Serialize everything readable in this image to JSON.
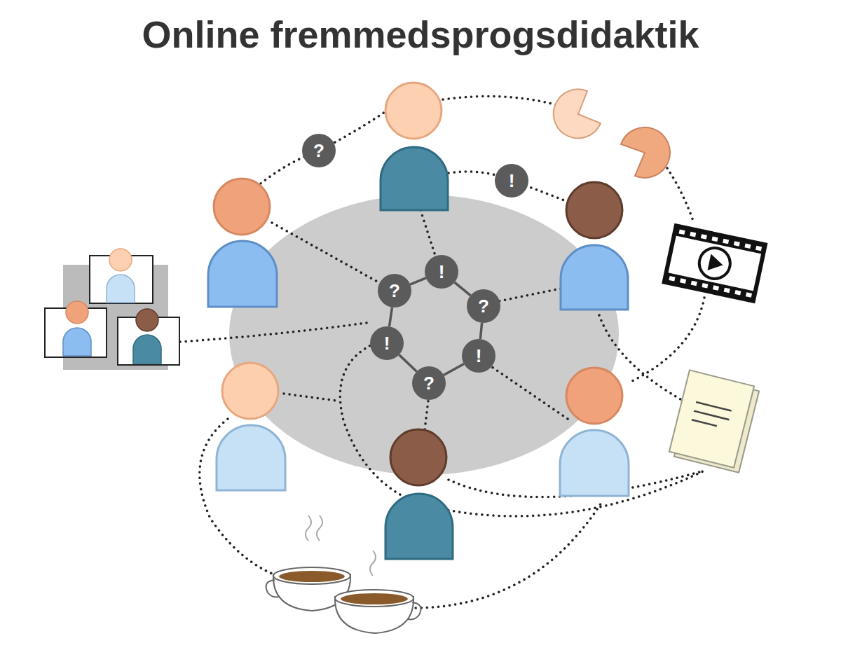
{
  "diagram": {
    "title": "Online fremmedsprogsdidaktik",
    "nodes": [
      {
        "text": [
          "?"
        ]
      },
      {
        "text": [
          "!"
        ]
      },
      {
        "text": [
          "!"
        ]
      },
      {
        "text": [
          "?"
        ]
      },
      {
        "text": [
          "!"
        ]
      },
      {
        "text": [
          "?"
        ]
      },
      {
        "text": [
          "!"
        ]
      },
      {
        "text": [
          "?"
        ]
      }
    ],
    "edges": [
      {
        "from": 2,
        "to": 3,
        "arrow": "none"
      },
      {
        "from": 3,
        "to": 4,
        "arrow": "none"
      },
      {
        "from": 4,
        "to": 5,
        "arrow": "none"
      },
      {
        "from": 5,
        "to": 6,
        "arrow": "none"
      },
      {
        "from": 6,
        "to": 7,
        "arrow": "none"
      },
      {
        "from": 7,
        "to": 2,
        "arrow": "none"
      }
    ]
  }
}
